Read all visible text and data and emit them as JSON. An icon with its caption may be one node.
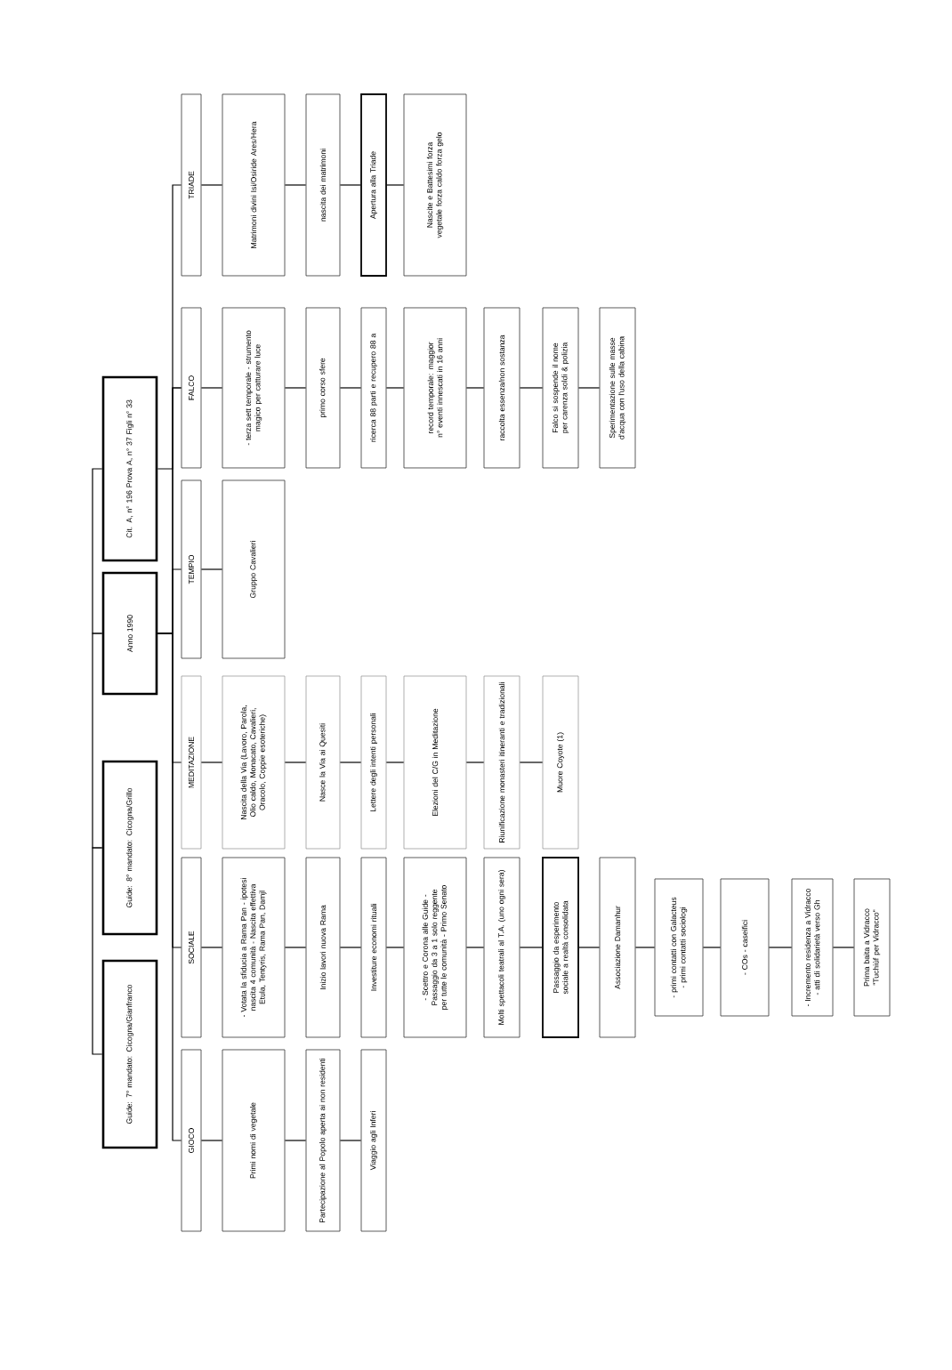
{
  "diagram": {
    "nodes": [
      {
        "text": [
          "Guide: 7° mandato: Cicogna/Gianfranco"
        ]
      },
      {
        "text": [
          "Guide: 8° mandato: Cicogna/Grillo"
        ]
      },
      {
        "text": [
          "Anno 1990"
        ]
      },
      {
        "text": [
          "Cit. A, n° 196 Prova A, n° 37 Figli n° 33"
        ]
      },
      {
        "text": [
          "GIOCO"
        ]
      },
      {
        "text": [
          "Primi nomi di vegetale"
        ]
      },
      {
        "text": [
          "Partecipazione al Popolo aperta ai non residenti"
        ]
      },
      {
        "text": [
          "Viaggio agli Inferi"
        ]
      },
      {
        "text": [
          "SOCIALE"
        ]
      },
      {
        "text": [
          "- Votata la sfiducia a Rama Pan - ipotesi nascita 4 comunità - Nascita effettiva Etula, Tentyris, Rama Pan, Damjl"
        ]
      },
      {
        "text": [
          "Inizio lavori nuova Rama"
        ]
      },
      {
        "text": [
          "Investiture economi rituali"
        ]
      },
      {
        "text": [
          "- Scettro e Corona alle Guide - Passaggio da 3 a 1 solo reggente per tutte le comunità - Primo Senato"
        ]
      },
      {
        "text": [
          "Molti spettacoli teatrali al T.A. (uno ogni sera)"
        ]
      },
      {
        "text": [
          "Passaggio da esperimento sociale a realtà consolidata"
        ]
      },
      {
        "text": [
          "Associazione Damanhur"
        ]
      },
      {
        "text": [
          "- primi contatti con Galacteus - primi contatti sociologi"
        ]
      },
      {
        "text": [
          "- COs - caseifici"
        ]
      },
      {
        "text": [
          "- Incremento residenza a Vidracco - atti di solidarietà verso Gh"
        ]
      },
      {
        "text": [
          "Prima baita a Vidracco \"Tuchiùf per Vidracco\""
        ]
      },
      {
        "text": [
          "MEDITAZIONE"
        ]
      },
      {
        "text": [
          "Nascita della Via (Lavoro, Parola, Olio caldo, Monacato, Cavalieri, Oracolo, Coppie esoteriche)"
        ]
      },
      {
        "text": [
          "Nasce la Via ai Quesiti"
        ]
      },
      {
        "text": [
          "Lettere degli intenti personali"
        ]
      },
      {
        "text": [
          "Elezioni del C/G in Meditazione"
        ]
      },
      {
        "text": [
          "Riunificazione monasteri itineranti e tradizionali"
        ]
      },
      {
        "text": [
          "Muore Coyote (1)"
        ]
      },
      {
        "text": [
          "TEMPIO"
        ]
      },
      {
        "text": [
          "Gruppo Cavalieri"
        ]
      },
      {
        "text": [
          "FALCO"
        ]
      },
      {
        "text": [
          "- terza sett temporale - strumento magico per catturare luce"
        ]
      },
      {
        "text": [
          "primo corso sfere"
        ]
      },
      {
        "text": [
          "ricerca 88 parti e recupero 88 a"
        ]
      },
      {
        "text": [
          "record temporale: maggior n° eventi innescati in 16 anni"
        ]
      },
      {
        "text": [
          "raccolta essenza/non sostanza"
        ]
      },
      {
        "text": [
          "Falco si sospende il nome per carenza soldi & polizia"
        ]
      },
      {
        "text": [
          "Sperimentazione sulle masse d'acqua con l'uso della cabina"
        ]
      },
      {
        "text": [
          "TRIADE"
        ]
      },
      {
        "text": [
          "Matrimoni divini Isi/Osiride Ares/Hera"
        ]
      },
      {
        "text": [
          "nascita dei matrimoni"
        ]
      },
      {
        "text": [
          "Apertura alla Triade"
        ]
      },
      {
        "text": [
          "Nascite e Battesimi forza vegetale forza caldo forza gelo"
        ]
      }
    ],
    "edges": [
      {
        "from": 0,
        "to": 1,
        "arrow": "none"
      },
      {
        "from": 1,
        "to": 2,
        "arrow": "none"
      },
      {
        "from": 2,
        "to": 3,
        "arrow": "none"
      },
      {
        "from": 3,
        "to": 29,
        "arrow": "none"
      },
      {
        "from": 2,
        "to": 4,
        "arrow": "none"
      },
      {
        "from": 2,
        "to": 8,
        "arrow": "none"
      },
      {
        "from": 2,
        "to": 20,
        "arrow": "none"
      },
      {
        "from": 2,
        "to": 27,
        "arrow": "none"
      },
      {
        "from": 2,
        "to": 29,
        "arrow": "none"
      },
      {
        "from": 2,
        "to": 37,
        "arrow": "none"
      },
      {
        "from": 4,
        "to": 5,
        "arrow": "none"
      },
      {
        "from": 5,
        "to": 6,
        "arrow": "none"
      },
      {
        "from": 6,
        "to": 7,
        "arrow": "none"
      },
      {
        "from": 8,
        "to": 9,
        "arrow": "none"
      },
      {
        "from": 9,
        "to": 10,
        "arrow": "none"
      },
      {
        "from": 10,
        "to": 11,
        "arrow": "none"
      },
      {
        "from": 11,
        "to": 12,
        "arrow": "none"
      },
      {
        "from": 12,
        "to": 13,
        "arrow": "none"
      },
      {
        "from": 13,
        "to": 14,
        "arrow": "none"
      },
      {
        "from": 14,
        "to": 15,
        "arrow": "none"
      },
      {
        "from": 15,
        "to": 16,
        "arrow": "none"
      },
      {
        "from": 16,
        "to": 17,
        "arrow": "none"
      },
      {
        "from": 17,
        "to": 18,
        "arrow": "none"
      },
      {
        "from": 18,
        "to": 19,
        "arrow": "none"
      },
      {
        "from": 20,
        "to": 21,
        "arrow": "none"
      },
      {
        "from": 21,
        "to": 22,
        "arrow": "none"
      },
      {
        "from": 22,
        "to": 23,
        "arrow": "none"
      },
      {
        "from": 23,
        "to": 24,
        "arrow": "none"
      },
      {
        "from": 24,
        "to": 25,
        "arrow": "none"
      },
      {
        "from": 25,
        "to": 26,
        "arrow": "none"
      },
      {
        "from": 27,
        "to": 28,
        "arrow": "none"
      },
      {
        "from": 29,
        "to": 30,
        "arrow": "none"
      },
      {
        "from": 30,
        "to": 31,
        "arrow": "none"
      },
      {
        "from": 31,
        "to": 32,
        "arrow": "none"
      },
      {
        "from": 32,
        "to": 33,
        "arrow": "none"
      },
      {
        "from": 33,
        "to": 34,
        "arrow": "none"
      },
      {
        "from": 34,
        "to": 35,
        "arrow": "none"
      },
      {
        "from": 35,
        "to": 36,
        "arrow": "none"
      },
      {
        "from": 37,
        "to": 38,
        "arrow": "none"
      },
      {
        "from": 38,
        "to": 39,
        "arrow": "none"
      },
      {
        "from": 39,
        "to": 40,
        "arrow": "none"
      },
      {
        "from": 40,
        "to": 41,
        "arrow": "none"
      }
    ]
  }
}
